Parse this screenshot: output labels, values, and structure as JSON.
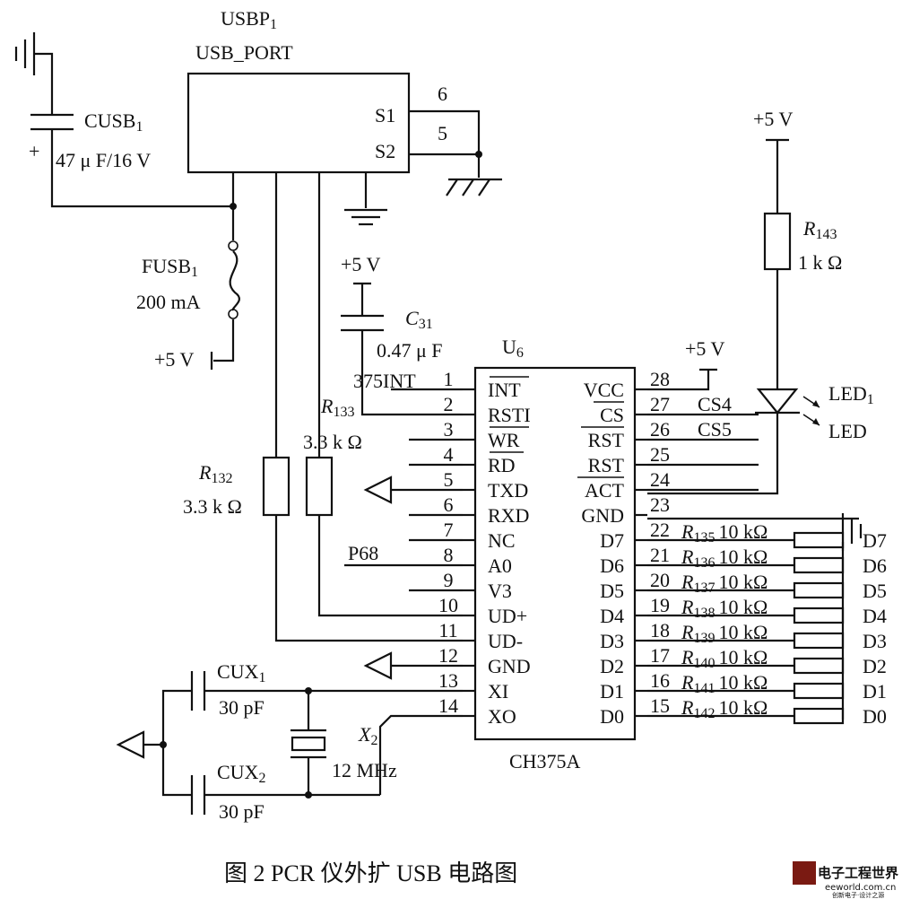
{
  "caption": "图 2   PCR 仪外扩 USB 电路图",
  "watermark": {
    "brand": "电子工程世界",
    "url": "eeworld.com.cn",
    "slogan": "创新电子·设计之源"
  },
  "usb_port": {
    "ref": "USBP",
    "ref_sub": "1",
    "type": "USB_PORT",
    "pin_s1": "S1",
    "pin_s2": "S2",
    "pin6": "6",
    "pin5": "5"
  },
  "cusb": {
    "ref": "CUSB",
    "sub": "1",
    "value": "47   μ F/16 V",
    "plus": "+"
  },
  "fusb": {
    "ref": "FUSB",
    "sub": "1",
    "value": "200 mA"
  },
  "power": {
    "label": "+5 V"
  },
  "c31": {
    "ref": "C",
    "sub": "31",
    "value": "0.47   μ F"
  },
  "r132": {
    "ref": "R",
    "sub": "132",
    "value": "3.3 k Ω"
  },
  "r133": {
    "ref": "R",
    "sub": "133",
    "value": "3.3 k Ω"
  },
  "r143": {
    "ref": "R",
    "sub": "143",
    "value": "1 k Ω"
  },
  "led": {
    "ref": "LED",
    "sub": "1",
    "type": "LED"
  },
  "ic": {
    "ref": "U",
    "sub": "6",
    "part": "CH375A",
    "left_pins": [
      {
        "num": "1",
        "name": "INT"
      },
      {
        "num": "2",
        "name": "RSTI"
      },
      {
        "num": "3",
        "name": "WR"
      },
      {
        "num": "4",
        "name": "RD"
      },
      {
        "num": "5",
        "name": "TXD"
      },
      {
        "num": "6",
        "name": "RXD"
      },
      {
        "num": "7",
        "name": "NC"
      },
      {
        "num": "8",
        "name": "A0"
      },
      {
        "num": "9",
        "name": "V3"
      },
      {
        "num": "10",
        "name": "UD+"
      },
      {
        "num": "11",
        "name": "UD-"
      },
      {
        "num": "12",
        "name": "GND"
      },
      {
        "num": "13",
        "name": "XI"
      },
      {
        "num": "14",
        "name": "XO"
      }
    ],
    "right_pins": [
      {
        "num": "28",
        "name": "VCC"
      },
      {
        "num": "27",
        "name": "CS"
      },
      {
        "num": "26",
        "name": "RST"
      },
      {
        "num": "25",
        "name": "RST"
      },
      {
        "num": "24",
        "name": "ACT"
      },
      {
        "num": "23",
        "name": "GND"
      },
      {
        "num": "22",
        "name": "D7"
      },
      {
        "num": "21",
        "name": "D6"
      },
      {
        "num": "20",
        "name": "D5"
      },
      {
        "num": "19",
        "name": "D4"
      },
      {
        "num": "18",
        "name": "D3"
      },
      {
        "num": "17",
        "name": "D2"
      },
      {
        "num": "16",
        "name": "D1"
      },
      {
        "num": "15",
        "name": "D0"
      }
    ]
  },
  "net_int": "375INT",
  "net_p68": "P68",
  "net_cs4": "CS4",
  "net_cs5": "CS5",
  "data_resistors": [
    {
      "sub": "135",
      "value": "10 kΩ",
      "net": "D7"
    },
    {
      "sub": "136",
      "value": "10 kΩ",
      "net": "D6"
    },
    {
      "sub": "137",
      "value": "10 kΩ",
      "net": "D5"
    },
    {
      "sub": "138",
      "value": "10 kΩ",
      "net": "D4"
    },
    {
      "sub": "139",
      "value": "10 kΩ",
      "net": "D3"
    },
    {
      "sub": "140",
      "value": "10 kΩ",
      "net": "D2"
    },
    {
      "sub": "141",
      "value": "10 kΩ",
      "net": "D1"
    },
    {
      "sub": "142",
      "value": "10 kΩ",
      "net": "D0"
    }
  ],
  "cux1": {
    "ref": "CUX",
    "sub": "1",
    "value": "30 pF"
  },
  "cux2": {
    "ref": "CUX",
    "sub": "2",
    "value": "30 pF"
  },
  "crystal": {
    "ref": "X",
    "sub": "2",
    "value": "12 MHz"
  }
}
